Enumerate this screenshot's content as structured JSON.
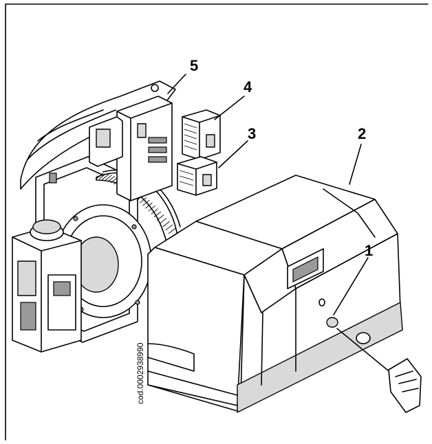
{
  "callouts": {
    "c1": "1",
    "c2": "2",
    "c3": "3",
    "c4": "4",
    "c5": "5"
  },
  "drawing_code": "cod.0002938990",
  "colors": {
    "ink": "#000000",
    "paper": "#ffffff",
    "shade": "#d9d9d9"
  }
}
